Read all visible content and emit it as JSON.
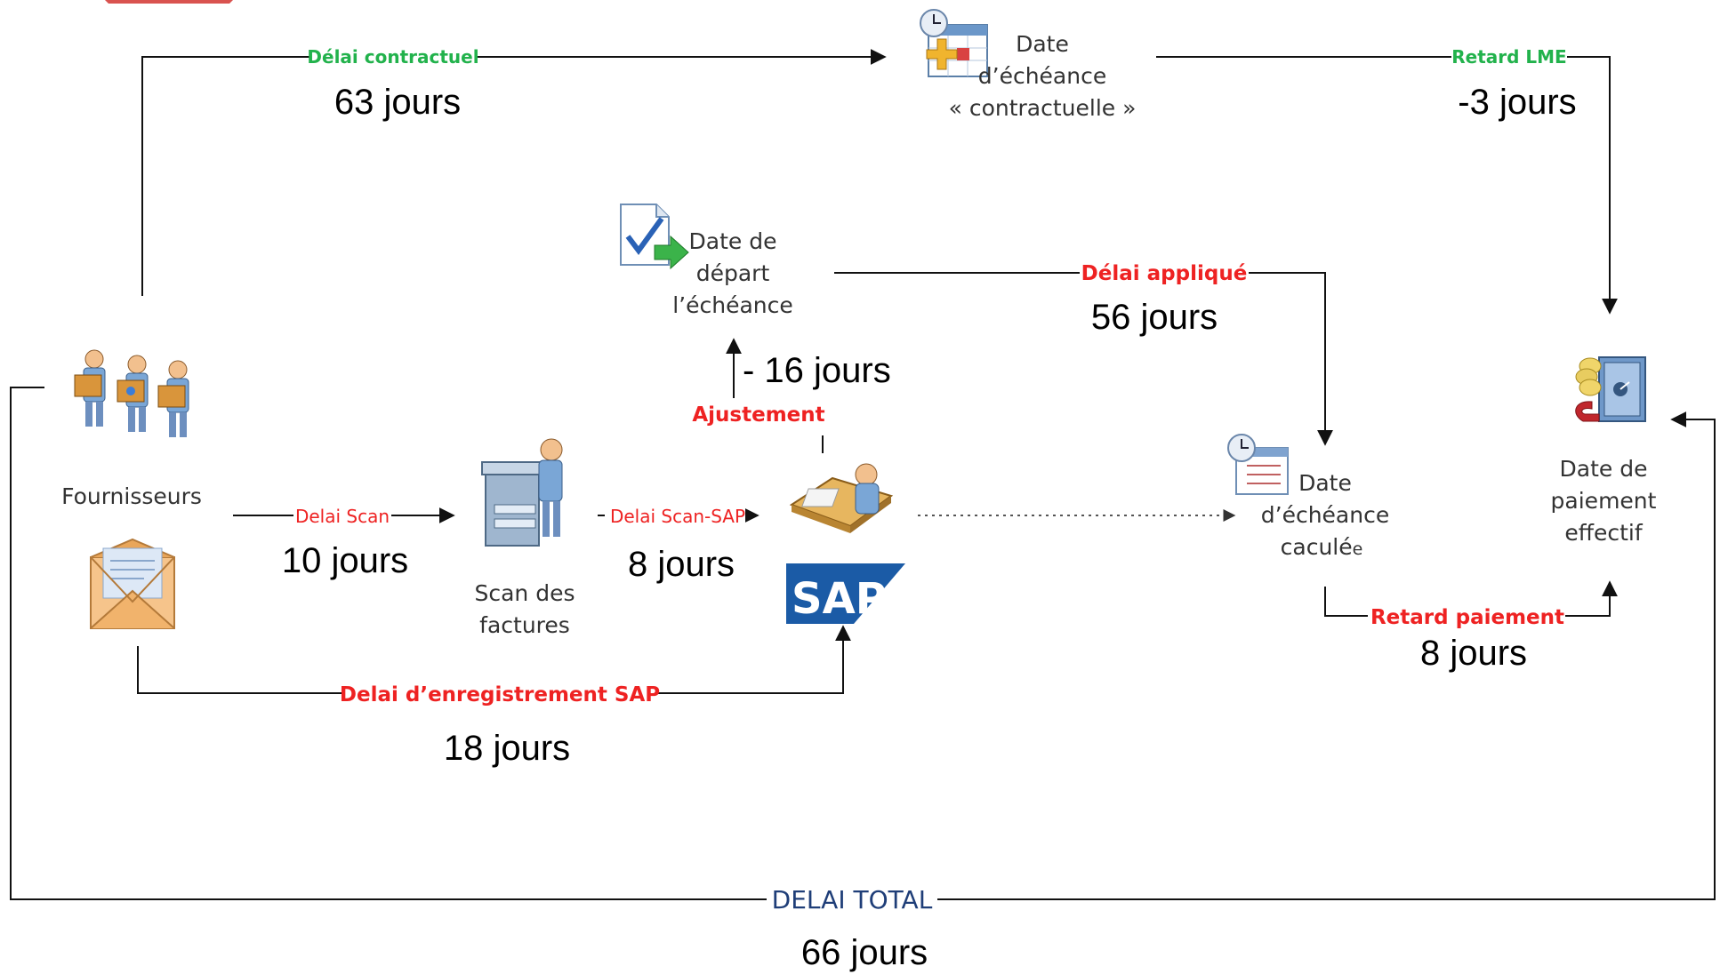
{
  "colors": {
    "green": "#22b24c",
    "red": "#ee2222",
    "blue": "#1f3e78",
    "sap_blue": "#1b5ba6"
  },
  "nodes": {
    "suppliers": {
      "label": "Fournisseurs",
      "icon": "suppliers-icon"
    },
    "mail": {
      "icon": "mail-envelope-icon"
    },
    "scan": {
      "label_line1": "Scan des",
      "label_line2": "factures",
      "icon": "scanner-operator-icon"
    },
    "sap": {
      "logo_text": "SAP",
      "icon": "sap-user-icon"
    },
    "contract_due": {
      "label_line1": "Date",
      "label_line2": "d’échéance",
      "label_line3": "« contractuelle »",
      "icon": "calendar-add-icon"
    },
    "start_due": {
      "label_line1": "Date de",
      "label_line2": "départ",
      "label_line3": "l’échéance",
      "icon": "document-check-icon"
    },
    "calc_due": {
      "label_line1": "Date",
      "label_line2": "d’échéance",
      "label_line3a": "caculé",
      "label_line3b": "e",
      "icon": "calendar-clock-icon"
    },
    "pay_date": {
      "label_line1": "Date de",
      "label_line2": "paiement",
      "label_line3": "effectif",
      "icon": "safe-payment-icon"
    }
  },
  "edges": {
    "contractual": {
      "label": "Délai contractuel",
      "days": "63 jours"
    },
    "lme": {
      "label": "Retard LME",
      "days": "-3 jours"
    },
    "applied": {
      "label": "Délai appliqué",
      "days": "56 jours"
    },
    "adjust": {
      "label": "Ajustement",
      "days": "- 16 jours"
    },
    "scan": {
      "label": "Delai Scan",
      "days": "10 jours"
    },
    "scan_sap": {
      "label": "Delai Scan-SAP",
      "days": "8 jours"
    },
    "sap_entry": {
      "label": "Delai d’enregistrement SAP",
      "days": "18 jours"
    },
    "pay_delay": {
      "label": "Retard paiement",
      "days": "8 jours"
    },
    "total": {
      "label": "DELAI TOTAL",
      "days": "66 jours"
    }
  }
}
